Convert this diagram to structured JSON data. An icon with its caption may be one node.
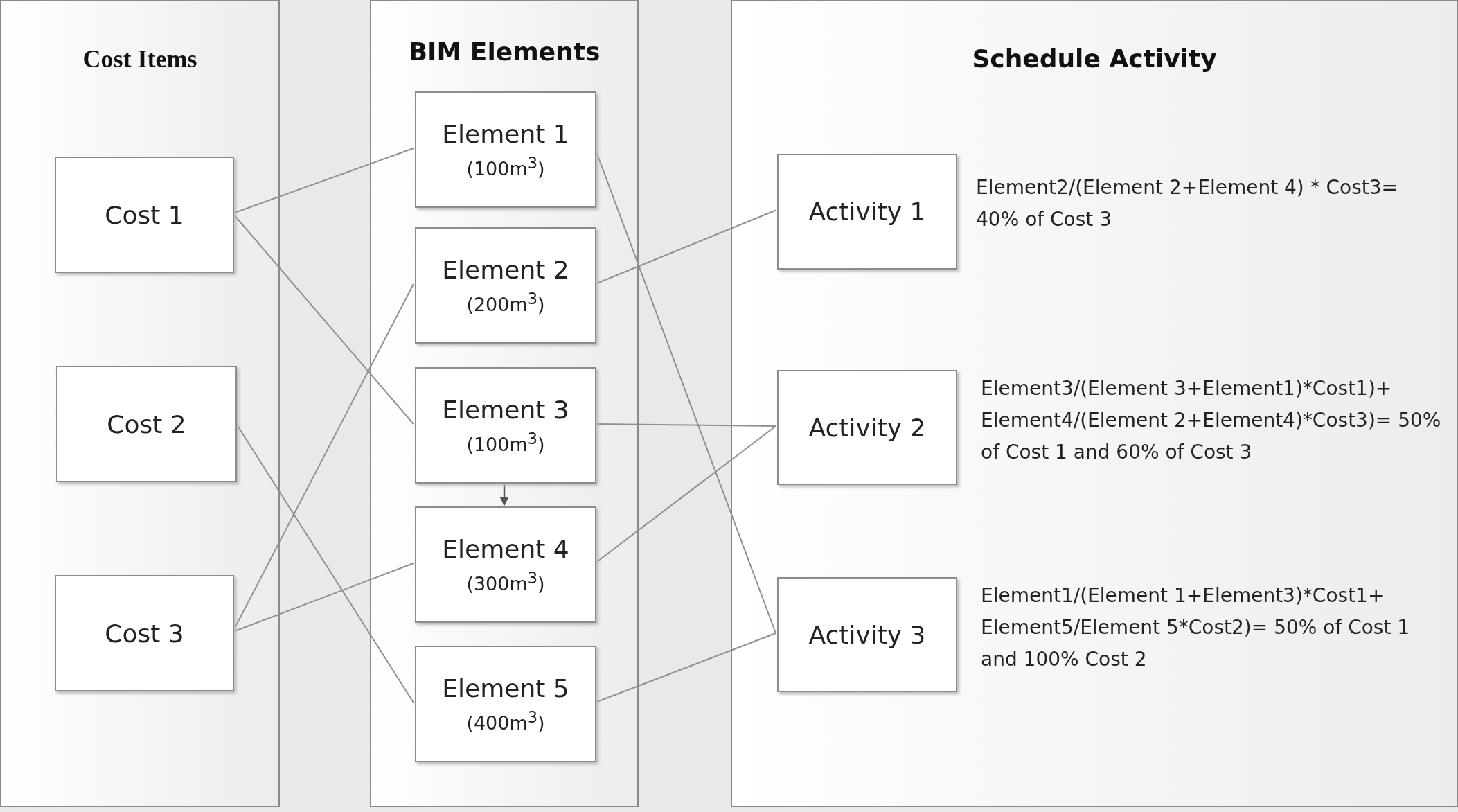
{
  "diagram": {
    "nodes": [
      {
        "text": [
          "Cost Items"
        ]
      },
      {
        "text": [
          "BIM Elements"
        ]
      },
      {
        "text": [
          "Schedule Activity"
        ]
      },
      {
        "text": [
          "Cost 1"
        ],
        "in": 0
      },
      {
        "text": [
          "Cost 2"
        ],
        "in": 0
      },
      {
        "text": [
          "Cost 3"
        ],
        "in": 0
      },
      {
        "text": [
          "Element 1",
          "(100m$^{3}$)"
        ],
        "in": 1
      },
      {
        "text": [
          "Element 2",
          "(200m$^{3}$)"
        ],
        "in": 1
      },
      {
        "text": [
          "Element 3",
          "(100m$^{3}$)"
        ],
        "in": 1
      },
      {
        "text": [
          "Element 4",
          "(300m$^{3}$)"
        ],
        "in": 1
      },
      {
        "text": [
          "Element 5",
          "(400m$^{3}$)"
        ],
        "in": 1
      },
      {
        "text": [
          "Activity 1"
        ],
        "in": 2,
        "beside": [
          "Element2/(Element 2+Element 4) * Cost3= 40% of Cost 3"
        ]
      },
      {
        "text": [
          "Activity 2"
        ],
        "in": 2,
        "beside": [
          "Element3/(Element 3+Element1)*Cost1)+ Element4/(Element 2+Element4)*Cost3)= 50% of Cost 1 and 60% of Cost 3"
        ]
      },
      {
        "text": [
          "Activity 3"
        ],
        "in": 2,
        "beside": [
          "Element1/(Element 1+Element3)*Cost1+ Element5/Element 5*Cost2)= 50% of Cost 1 and 100% Cost 2"
        ]
      }
    ],
    "edges": [
      {
        "from": 3,
        "to": 6,
        "arrow": "none"
      },
      {
        "from": 3,
        "to": 8,
        "arrow": "none"
      },
      {
        "from": 4,
        "to": 10,
        "arrow": "none"
      },
      {
        "from": 5,
        "to": 7,
        "arrow": "none"
      },
      {
        "from": 5,
        "to": 9,
        "arrow": "none"
      },
      {
        "from": 6,
        "to": 13,
        "arrow": "none"
      },
      {
        "from": 7,
        "to": 11,
        "arrow": "none"
      },
      {
        "from": 8,
        "to": 12,
        "arrow": "none"
      },
      {
        "from": 9,
        "to": 12,
        "arrow": "none"
      },
      {
        "from": 10,
        "to": 13,
        "arrow": "none"
      },
      {
        "from": 8,
        "to": 9,
        "arrow": "to"
      }
    ]
  }
}
